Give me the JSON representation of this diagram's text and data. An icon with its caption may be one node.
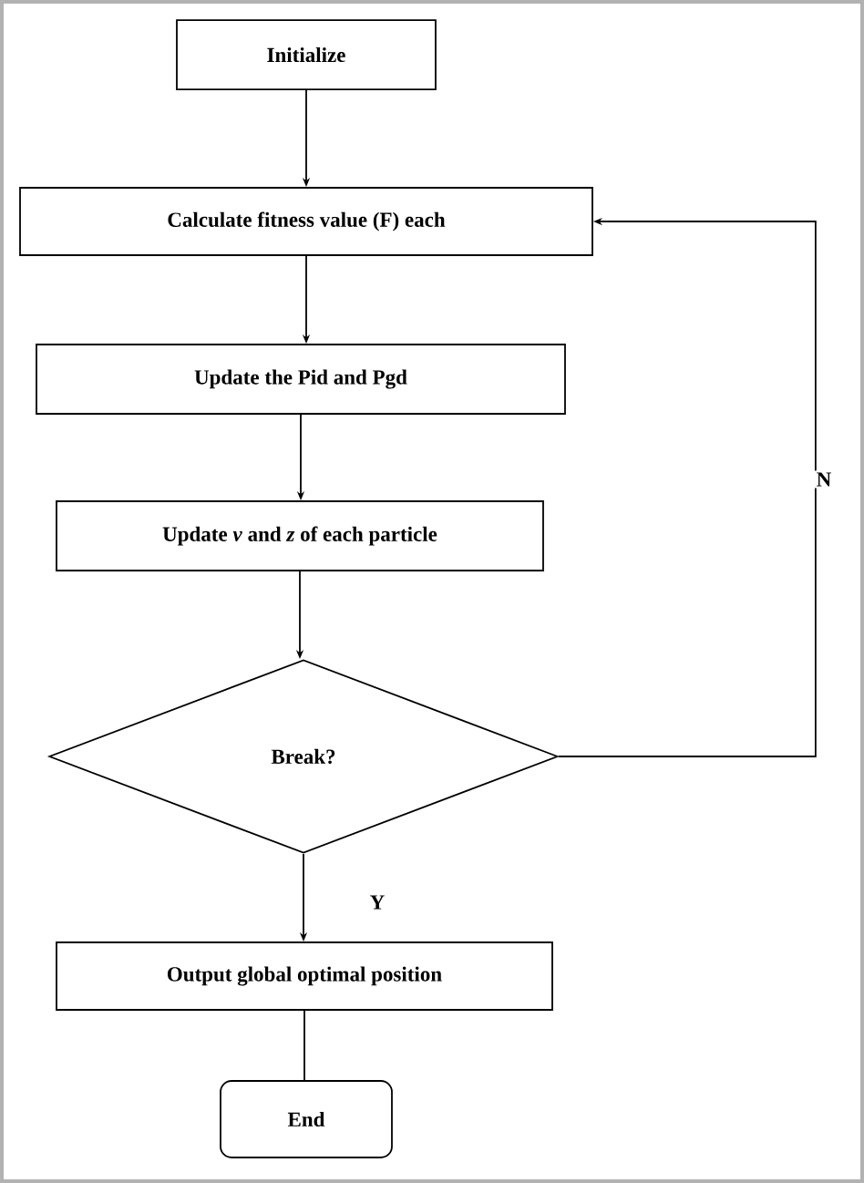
{
  "diagram": {
    "nodes": [
      {
        "text": [
          "Initialize"
        ]
      },
      {
        "text": [
          "Calculate fitness value (F) each"
        ]
      },
      {
        "text": [
          "Update the Pid and Pgd"
        ]
      },
      {
        "text": [
          "Update *v* and *z* of each particle"
        ]
      },
      {
        "text": [
          "Break?"
        ]
      },
      {
        "text": [
          "Output global optimal position"
        ]
      },
      {
        "text": [
          "End"
        ]
      }
    ],
    "edges": [
      {
        "from": 0,
        "to": 1,
        "arrow": "to"
      },
      {
        "from": 1,
        "to": 2,
        "arrow": "to"
      },
      {
        "from": 2,
        "to": 3,
        "arrow": "to"
      },
      {
        "from": 3,
        "to": 4,
        "arrow": "to"
      },
      {
        "from": 4,
        "to": 1,
        "arrow": "to",
        "label": "N"
      },
      {
        "from": 4,
        "to": 5,
        "arrow": "to",
        "label": "Y"
      },
      {
        "from": 5,
        "to": 6,
        "arrow": "none"
      }
    ]
  }
}
